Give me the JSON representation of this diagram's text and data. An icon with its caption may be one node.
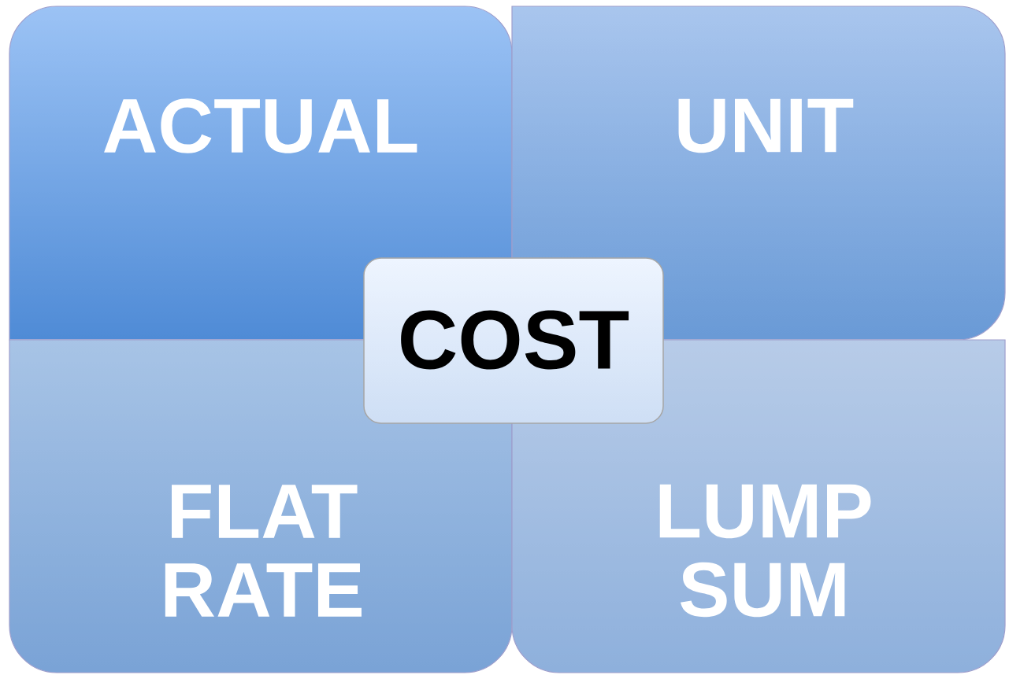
{
  "diagram": {
    "nodes": [
      {
        "text": [
          "ACTUAL"
        ]
      },
      {
        "text": [
          "UNIT"
        ]
      },
      {
        "text": [
          "COST"
        ]
      },
      {
        "text": [
          "FLAT RATE"
        ]
      },
      {
        "text": [
          "LUMP SUM"
        ]
      }
    ]
  }
}
